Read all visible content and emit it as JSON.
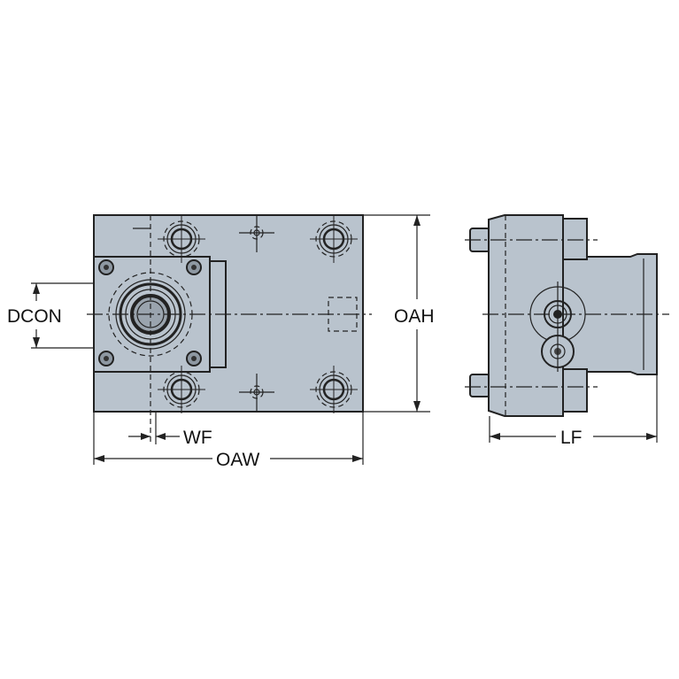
{
  "diagram": {
    "front_view": {
      "labels": {
        "dcon": "DCON",
        "oah": "OAH",
        "wf": "WF",
        "oaw": "OAW"
      }
    },
    "side_view": {
      "labels": {
        "lf": "LF"
      }
    },
    "colors": {
      "body_fill": "#b9c3cd",
      "line": "#222222"
    }
  }
}
